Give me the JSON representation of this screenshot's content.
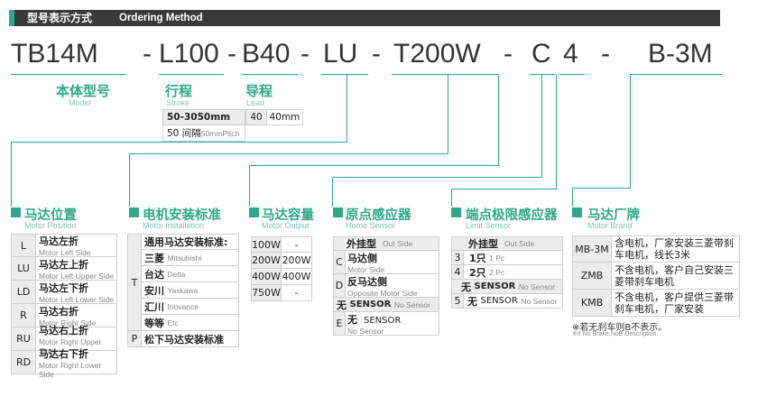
{
  "header": {
    "title_cn": "型号表示方式",
    "title_en": "Ordering Method"
  },
  "code": {
    "model": "TB14M",
    "dash1": "-",
    "stroke": "L100",
    "dash2": "-",
    "lead": "B40",
    "dash3": "-",
    "position": "LU",
    "dash4": "-",
    "output": "T200W",
    "dash5": "-",
    "home": "C",
    "limit": "4",
    "dash6": "-",
    "brand": "B-3M"
  },
  "top_labels": {
    "model_cn": "本体型号",
    "model_en": "Model",
    "stroke_cn": "行程",
    "stroke_en": "Stroke",
    "lead_cn": "导程",
    "lead_en": "Lead"
  },
  "stroke_table": {
    "range": "50-3050mm",
    "step": "50 间隔",
    "step_en": "50mmPitch"
  },
  "lead_table": {
    "code": "40",
    "value": "40mm"
  },
  "position": {
    "title_cn": "马达位置",
    "title_en": "Motor Position",
    "rows": [
      {
        "code": "L",
        "cn": "马达左折",
        "en": "Motor Left Side"
      },
      {
        "code": "LU",
        "cn": "马达左上折",
        "en": "Motor Left Upper Side"
      },
      {
        "code": "LD",
        "cn": "马达左下折",
        "en": "Motor Left Lower Side"
      },
      {
        "code": "R",
        "cn": "马达右折",
        "en": "Motor Right Side"
      },
      {
        "code": "RU",
        "cn": "马达右上折",
        "en": "Motor Right Upper Side"
      },
      {
        "code": "RD",
        "cn": "马达右下折",
        "en": "Motor Right Lower Side"
      }
    ]
  },
  "install": {
    "title_cn": "电机安装标准",
    "title_en": "Motor installation",
    "code_T": "T",
    "head": "通用马达安装标准:",
    "rows": [
      {
        "cn": "三菱",
        "en": "Mitsubishi"
      },
      {
        "cn": "台达",
        "en": "Delta"
      },
      {
        "cn": "安川",
        "en": "Yaskawa"
      },
      {
        "cn": "汇川",
        "en": "Inovance"
      },
      {
        "cn": "等等",
        "en": "Etc"
      }
    ],
    "code_P": "P",
    "p_text": "松下马达安装标准"
  },
  "output": {
    "title_cn": "马达容量",
    "title_en": "Motor Output",
    "rows": [
      {
        "a": "100W",
        "b": "-"
      },
      {
        "a": "200W",
        "b": "200W"
      },
      {
        "a": "400W",
        "b": "400W"
      },
      {
        "a": "750W",
        "b": "-"
      }
    ]
  },
  "home": {
    "title_cn": "原点感应器",
    "title_en": "Home Sensor",
    "head_cn": "外挂型",
    "head_en": "Out Side",
    "rows": [
      {
        "code": "C",
        "cn": "马达侧",
        "en": "Motor Side"
      },
      {
        "code": "D",
        "cn": "反马达侧",
        "en": "Opposite Motor Side"
      }
    ],
    "none_cn": "无",
    "none_en": "SENSOR",
    "none_en2": "No Sensor",
    "e_code": "E",
    "e_cn": "无",
    "e_en": "SENSOR",
    "e_en2": "No Sensor"
  },
  "limit": {
    "title_cn": "端点极限感应器",
    "title_en": "Limit Sensor",
    "head_cn": "外挂型",
    "head_en": "Out Side",
    "rows": [
      {
        "code": "3",
        "cn": "1只",
        "en": "1 Pc"
      },
      {
        "code": "4",
        "cn": "2只",
        "en": "2 Pc"
      }
    ],
    "none_cn": "无",
    "none_en": "SENSOR",
    "none_en2": "No Sensor",
    "code5": "5",
    "c5_cn": "无",
    "c5_en": "SENSOR",
    "c5_en2": "No Sensor"
  },
  "brand": {
    "title_cn": "马达厂牌",
    "title_en": "Motor Brand",
    "rows": [
      {
        "code": "MB-3M",
        "desc": "含电机，厂家安装三菱带刹车电机，线长3米"
      },
      {
        "code": "ZMB",
        "desc": "不含电机，客户自己安装三菱带刹车电机"
      },
      {
        "code": "KMB",
        "desc": "不含电机，客户提供三菱带刹车电机，厂家安装"
      }
    ],
    "note_cn": "※若无刹车则B不表示。",
    "note_en": "※If No Brake,NoB Description."
  }
}
